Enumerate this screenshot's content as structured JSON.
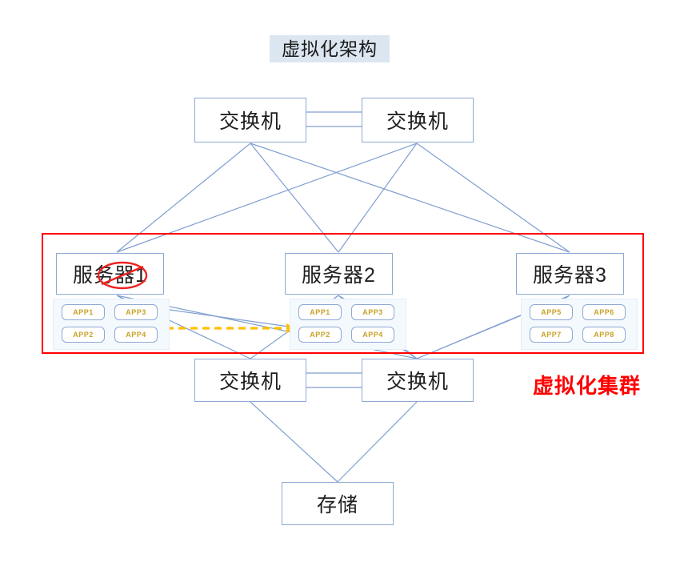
{
  "diagram": {
    "title": "虚拟化架构",
    "cluster_label": "虚拟化集群",
    "colors": {
      "title_background": "#dce6f1",
      "node_border": "#8ea9d3",
      "edge_line": "#7f9fd0",
      "cluster_red": "#ff0000",
      "app_text": "#c8a227",
      "app_panel_background": "#f4f9fd",
      "migration_arrow": "#ffbf00"
    },
    "nodes": {
      "switch_top_left": {
        "label": "交换机"
      },
      "switch_top_right": {
        "label": "交换机"
      },
      "switch_bottom_left": {
        "label": "交换机"
      },
      "switch_bottom_right": {
        "label": "交换机"
      },
      "server1": {
        "label": "服务器1"
      },
      "server2": {
        "label": "服务器2"
      },
      "server3": {
        "label": "服务器3"
      },
      "storage": {
        "label": "存储"
      }
    },
    "apps": {
      "server1": [
        "APP1",
        "APP3",
        "APP2",
        "APP4"
      ],
      "server2": [
        "APP1",
        "APP3",
        "APP2",
        "APP4"
      ],
      "server3": [
        "APP5",
        "APP6",
        "APP7",
        "APP8"
      ]
    },
    "annotations": {
      "server1_struck_out": "服务器1",
      "migration_direction": "server1 → server2"
    }
  }
}
